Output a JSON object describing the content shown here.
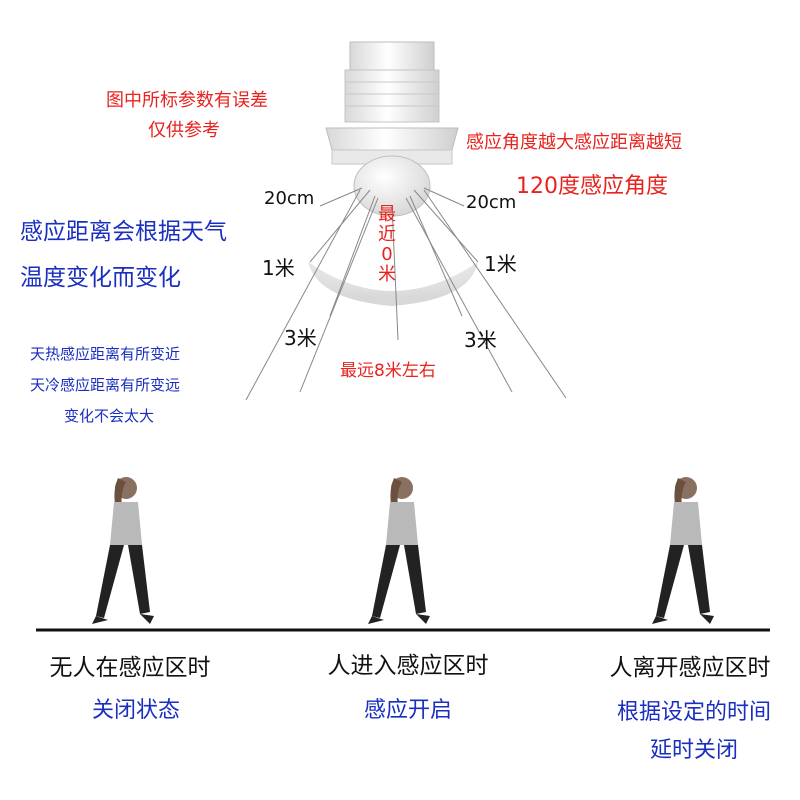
{
  "notes": {
    "error_line1": "图中所标参数有误差",
    "error_line2": "仅供参考",
    "angle_distance": "感应角度越大感应距离越短",
    "angle": "120度感应角度",
    "env_line1": "感应距离会根据天气",
    "env_line2": "温度变化而变化",
    "hot": "天热感应距离有所变近",
    "cold": "天冷感应距离有所变远",
    "small": "变化不会太大"
  },
  "dimensions": {
    "left_20cm": "20cm",
    "right_20cm": "20cm",
    "left_1m": "1米",
    "right_1m": "1米",
    "left_3m": "3米",
    "right_3m": "3米",
    "nearest": "最近0米",
    "farthest": "最远8米左右"
  },
  "stages": [
    {
      "title": "无人在感应区时",
      "status": "关闭状态"
    },
    {
      "title": "人进入感应区时",
      "status": "感应开启"
    },
    {
      "title": "人离开感应区时",
      "status_line1": "根据设定的时间",
      "status_line2": "延时关闭"
    }
  ],
  "colors": {
    "red": "#e8231f",
    "blue": "#1a2fbf",
    "ground": "#111111"
  }
}
